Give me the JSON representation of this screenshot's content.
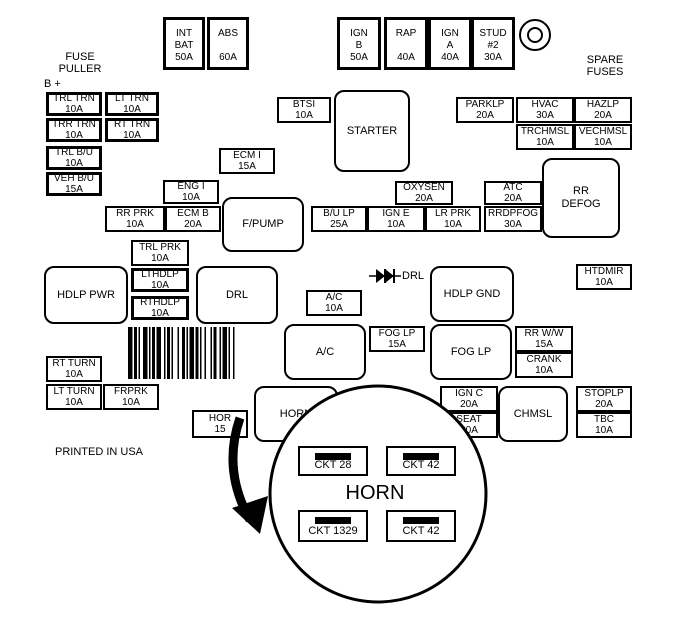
{
  "labels": {
    "fuse_puller": [
      "FUSE",
      "PULLER"
    ],
    "b_plus": "B +",
    "spare_fuses": [
      "SPARE",
      "FUSES"
    ],
    "printed_in": "PRINTED IN USA"
  },
  "fuses": [
    {
      "id": "int-bat",
      "lines": [
        "INT",
        "BAT",
        "50A"
      ]
    },
    {
      "id": "abs",
      "lines": [
        "ABS",
        "",
        "60A"
      ]
    },
    {
      "id": "ign-b",
      "lines": [
        "IGN",
        "B",
        "50A"
      ]
    },
    {
      "id": "rap",
      "lines": [
        "RAP",
        "",
        "40A"
      ]
    },
    {
      "id": "ign-a",
      "lines": [
        "IGN",
        "A",
        "40A"
      ]
    },
    {
      "id": "stud-2",
      "lines": [
        "STUD",
        "#2",
        "30A"
      ]
    },
    {
      "id": "trl-trn",
      "lines": [
        "TRL TRN",
        "10A"
      ]
    },
    {
      "id": "lt-trn",
      "lines": [
        "LT TRN",
        "10A"
      ]
    },
    {
      "id": "trr-trn",
      "lines": [
        "TRR TRN",
        "10A"
      ]
    },
    {
      "id": "rt-trn",
      "lines": [
        "RT TRN",
        "10A"
      ]
    },
    {
      "id": "trl-bu",
      "lines": [
        "TRL B/U",
        "10A"
      ]
    },
    {
      "id": "veh-bu",
      "lines": [
        "VEH B/U",
        "15A"
      ]
    },
    {
      "id": "btsi",
      "lines": [
        "BTSI",
        "10A"
      ]
    },
    {
      "id": "parklp",
      "lines": [
        "PARKLP",
        "20A"
      ]
    },
    {
      "id": "hvac",
      "lines": [
        "HVAC",
        "30A"
      ]
    },
    {
      "id": "hazlp",
      "lines": [
        "HAZLP",
        "20A"
      ]
    },
    {
      "id": "trchmsl",
      "lines": [
        "TRCHMSL",
        "10A"
      ]
    },
    {
      "id": "vechmsl",
      "lines": [
        "VECHMSL",
        "10A"
      ]
    },
    {
      "id": "ecm-i",
      "lines": [
        "ECM I",
        "15A"
      ]
    },
    {
      "id": "eng-i",
      "lines": [
        "ENG I",
        "10A"
      ]
    },
    {
      "id": "oxysen",
      "lines": [
        "OXYSEN",
        "20A"
      ]
    },
    {
      "id": "atc",
      "lines": [
        "ATC",
        "20A"
      ]
    },
    {
      "id": "rr-prk",
      "lines": [
        "RR PRK",
        "10A"
      ]
    },
    {
      "id": "ecm-b",
      "lines": [
        "ECM B",
        "20A"
      ]
    },
    {
      "id": "bu-lp",
      "lines": [
        "B/U LP",
        "25A"
      ]
    },
    {
      "id": "ign-e",
      "lines": [
        "IGN E",
        "10A"
      ]
    },
    {
      "id": "lr-prk",
      "lines": [
        "LR PRK",
        "10A"
      ]
    },
    {
      "id": "rrdpfog",
      "lines": [
        "RRDPFOG",
        "30A"
      ]
    },
    {
      "id": "trl-prk",
      "lines": [
        "TRL PRK",
        "10A"
      ]
    },
    {
      "id": "lthdlp",
      "lines": [
        "LTHDLP",
        "10A"
      ]
    },
    {
      "id": "rthdlp",
      "lines": [
        "RTHDLP",
        "10A"
      ]
    },
    {
      "id": "htdmir",
      "lines": [
        "HTDMIR",
        "10A"
      ]
    },
    {
      "id": "ac-fuse",
      "lines": [
        "A/C",
        "10A"
      ]
    },
    {
      "id": "fog-lp-fuse",
      "lines": [
        "FOG LP",
        "15A"
      ]
    },
    {
      "id": "rr-ww",
      "lines": [
        "RR W/W",
        "15A"
      ]
    },
    {
      "id": "crank",
      "lines": [
        "CRANK",
        "10A"
      ]
    },
    {
      "id": "rt-turn",
      "lines": [
        "RT TURN",
        "10A"
      ]
    },
    {
      "id": "lt-turn",
      "lines": [
        "LT TURN",
        "10A"
      ]
    },
    {
      "id": "frprk",
      "lines": [
        "FRPRK",
        "10A"
      ]
    },
    {
      "id": "ign-c",
      "lines": [
        "IGN C",
        "20A"
      ]
    },
    {
      "id": "seat",
      "lines": [
        "SEAT",
        "20A"
      ]
    },
    {
      "id": "stoplp",
      "lines": [
        "STOPLP",
        "20A"
      ]
    },
    {
      "id": "tbc",
      "lines": [
        "TBC",
        "10A"
      ]
    },
    {
      "id": "horn-fuse",
      "lines": [
        "HOR",
        "15"
      ]
    }
  ],
  "relays": [
    {
      "id": "starter",
      "label": "STARTER"
    },
    {
      "id": "rr-defog",
      "label": "RR\nDEFOG"
    },
    {
      "id": "f-pump",
      "label": "F/PUMP"
    },
    {
      "id": "hdlp-pwr",
      "label": "HDLP PWR"
    },
    {
      "id": "drl",
      "label": "DRL"
    },
    {
      "id": "hdlp-gnd",
      "label": "HDLP GND"
    },
    {
      "id": "ac-relay",
      "label": "A/C"
    },
    {
      "id": "fog-lp-relay",
      "label": "FOG LP"
    },
    {
      "id": "chmsl",
      "label": "CHMSL"
    },
    {
      "id": "horn-relay",
      "label": "HORN"
    }
  ],
  "drl_diode": "DRL",
  "horn_detail": {
    "title": "HORN",
    "circuits": [
      "CKT 28",
      "CKT 42",
      "CKT 1329",
      "CKT 42"
    ]
  }
}
